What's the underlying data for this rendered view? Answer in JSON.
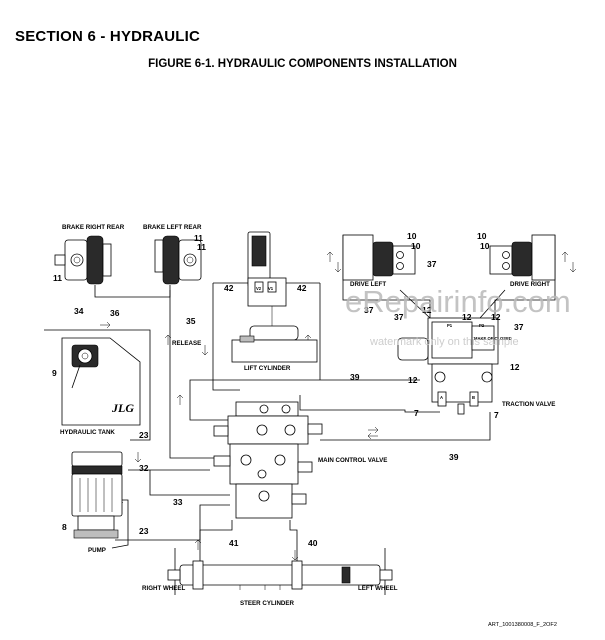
{
  "section_title": "SECTION 6 - HYDRAULIC",
  "figure_title": "FIGURE 6-1. HYDRAULIC COMPONENTS INSTALLATION",
  "labels": {
    "brake_right_rear": "BRAKE RIGHT REAR",
    "brake_left_rear": "BRAKE LEFT REAR",
    "drive_left": "DRIVE LEFT",
    "drive_right": "DRIVE RIGHT",
    "release": "RELEASE",
    "lift_cylinder": "LIFT CYLINDER",
    "hydraulic_tank": "HYDRAULIC TANK",
    "traction_valve": "TRACTION VALVE",
    "main_control_valve": "MAIN CONTROL VALVE",
    "pump": "PUMP",
    "right_wheel": "RIGHT WHEEL",
    "left_wheel": "LEFT WHEEL",
    "steer_cylinder": "STEER CYLINDER",
    "tank_logo": "JLG",
    "port_v2": "V2",
    "port_v1": "V1",
    "port_p1": "P1",
    "port_p2": "P2",
    "port_a": "A",
    "port_b": "B",
    "traction_plate": "MAKE OF CLOSED"
  },
  "callouts": {
    "n7": "7",
    "n8": "8",
    "n9": "9",
    "n10": "10",
    "n11": "11",
    "n12": "12",
    "n23": "23",
    "n32": "32",
    "n33": "33",
    "n34": "34",
    "n35": "35",
    "n36": "36",
    "n37": "37",
    "n39": "39",
    "n40": "40",
    "n41": "41",
    "n42": "42"
  },
  "art_number": "ART_1001380008_F_2OF2",
  "watermark": {
    "site": "eRepairinfo.com",
    "note": "watermark only on this sample"
  }
}
